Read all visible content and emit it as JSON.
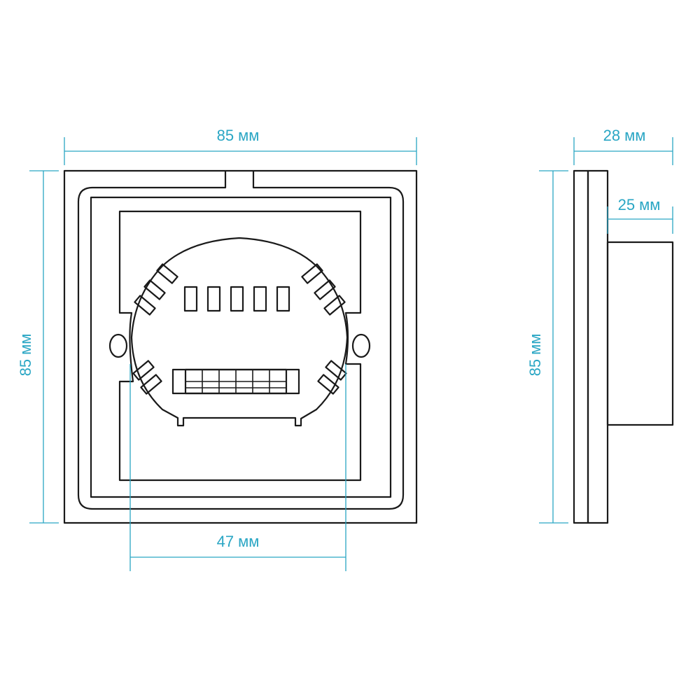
{
  "dimensions": {
    "front_width": "85 мм",
    "front_height": "85 мм",
    "mount_spacing": "47 мм",
    "side_depth_total": "28 мм",
    "side_depth_body": "25 мм",
    "side_height": "85 мм"
  },
  "colors": {
    "dimension": "#2aa6c4",
    "outline": "#1a1a1a",
    "background": "#ffffff"
  }
}
